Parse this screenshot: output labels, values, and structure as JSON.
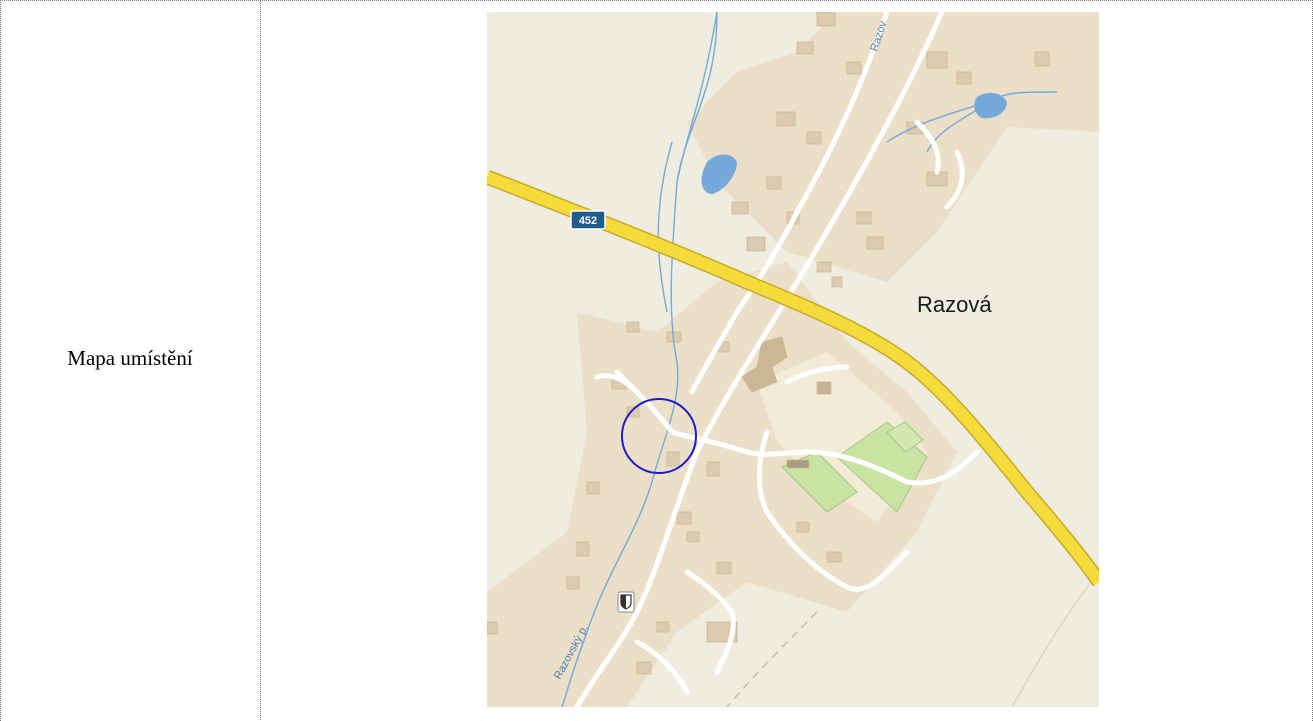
{
  "row": {
    "label": "Mapa umístění"
  },
  "map": {
    "place_name": "Razová",
    "road_number": "452",
    "stream_label": "Razovský p.",
    "stream_label_top": "Razov",
    "colors": {
      "background": "#efede0",
      "built_up": "#ebdfc7",
      "building": "#dccbb0",
      "major_road": "#f6dc3a",
      "major_road_edge": "#c7a92b",
      "minor_road": "#ffffff",
      "water": "#74a9da",
      "sports_field": "#c9e4a2",
      "marker_circle": "#1c1ccf",
      "shield_bg": "#1f5d8c"
    },
    "icons": [
      "location-marker-icon",
      "landmark-icon"
    ]
  }
}
